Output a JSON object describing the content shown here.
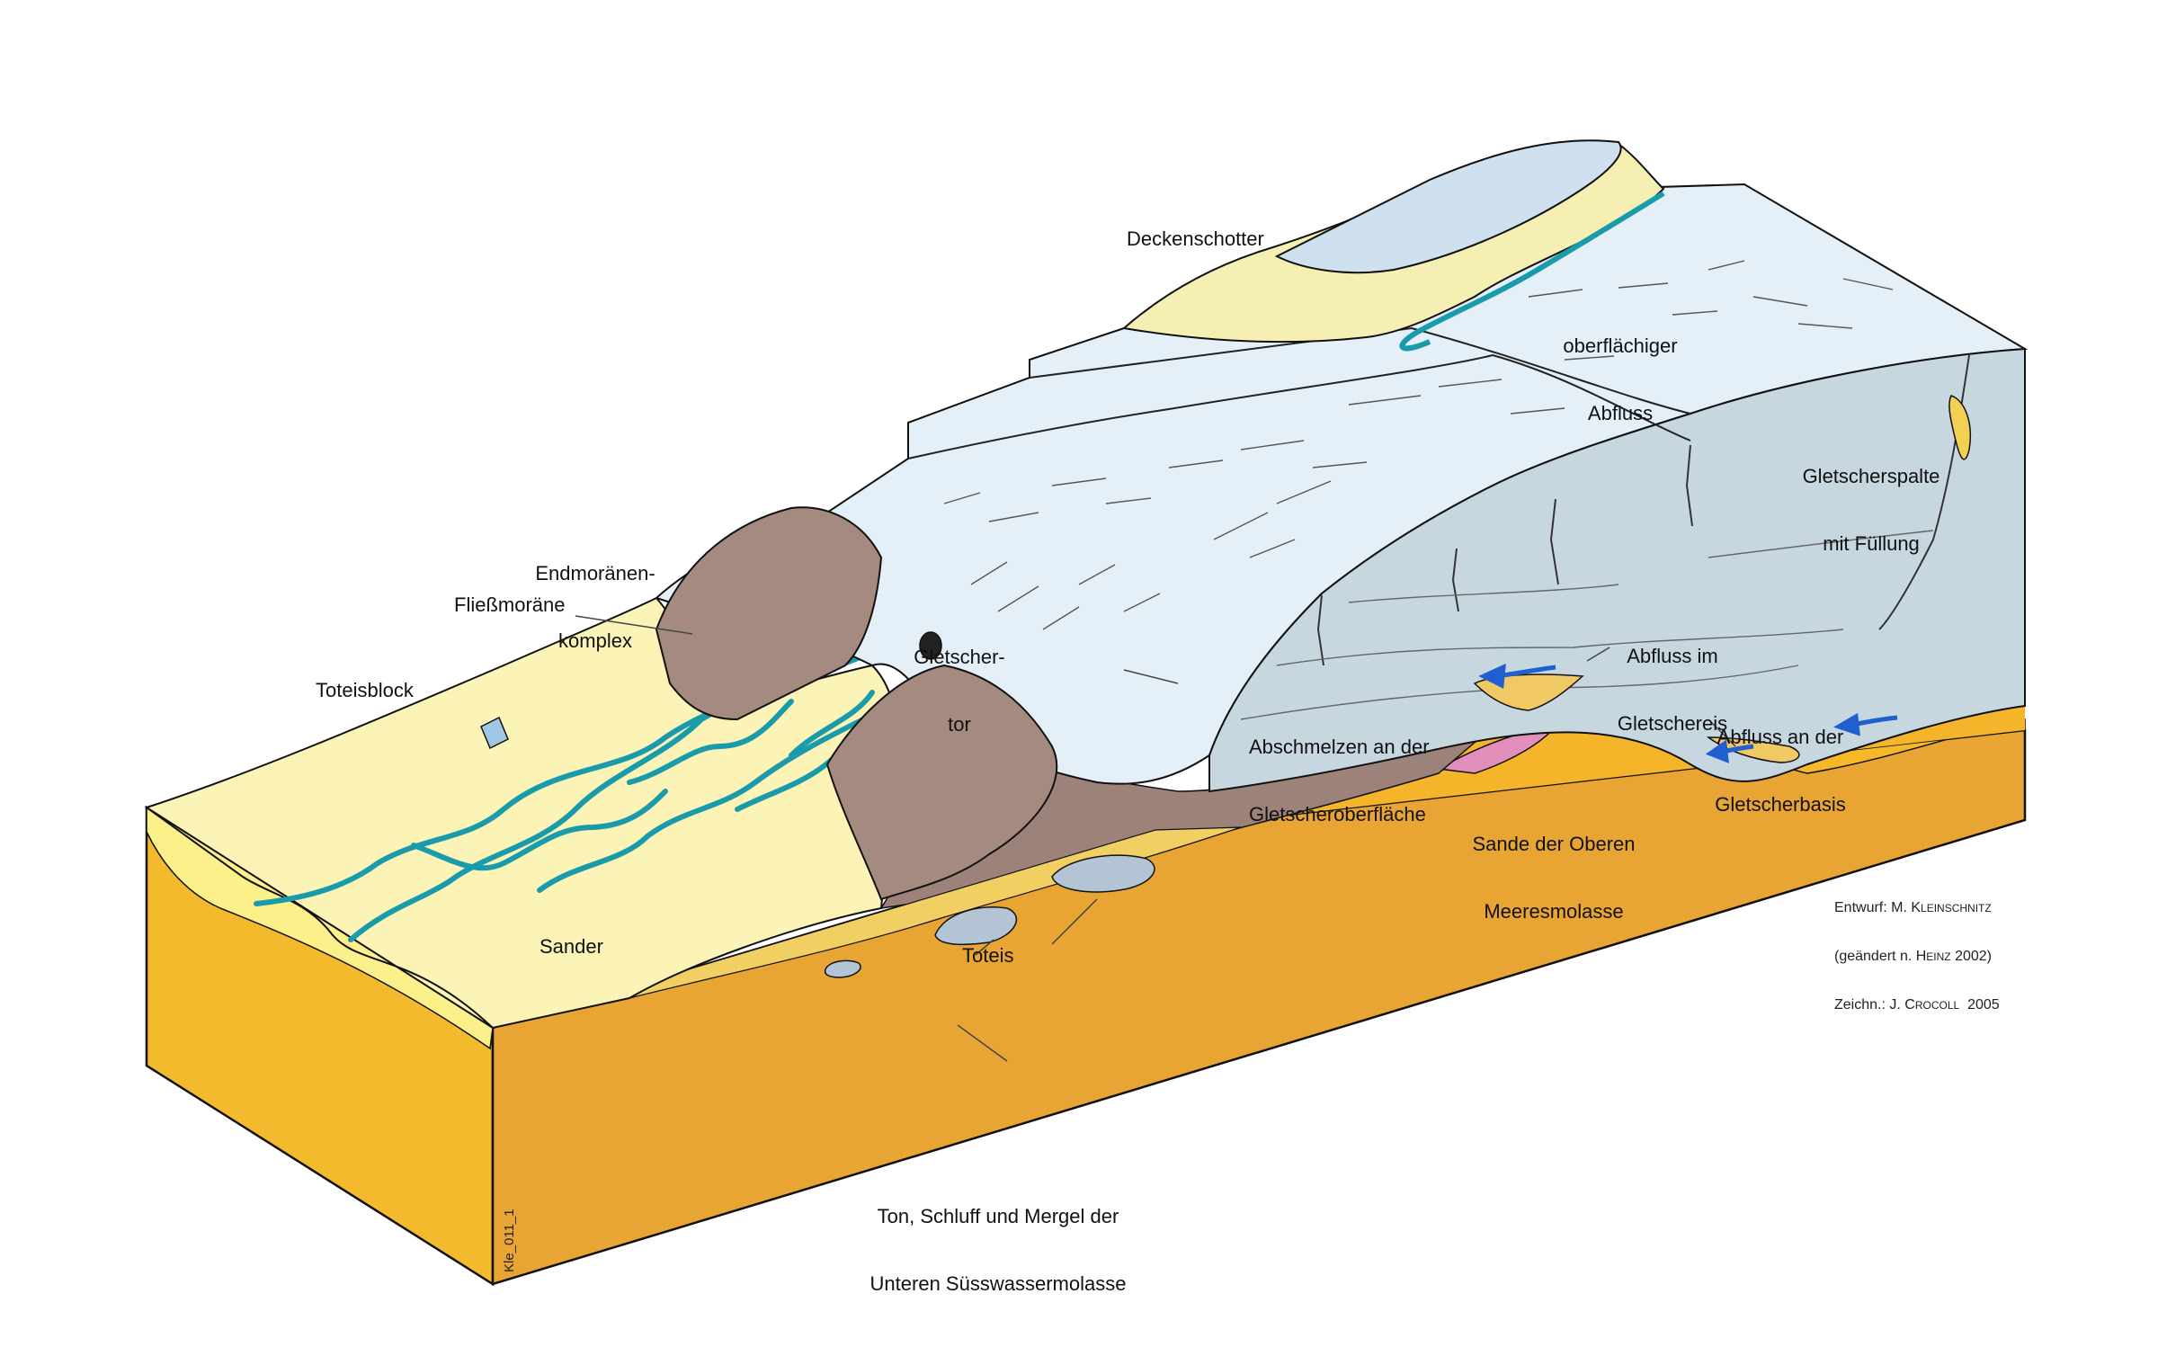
{
  "labels": {
    "deckenschotter": "Deckenschotter",
    "oberflaechiger_l1": "oberflächiger",
    "oberflaechiger_l2": "Abfluss",
    "gletscherspalte_l1": "Gletscherspalte",
    "gletscherspalte_l2": "mit Füllung",
    "endmoraenen_l1": "Endmoränen-",
    "endmoraenen_l2": "komplex",
    "fliessmoraene": "Fließmoräne",
    "gletschertor_l1": "Gletscher-",
    "gletschertor_l2": "tor",
    "toteisblock": "Toteisblock",
    "abfluss_gletschereis_l1": "Abfluss im",
    "abfluss_gletschereis_l2": "Gletschereis",
    "abfluss_basis_l1": "Abfluss an der",
    "abfluss_basis_l2": "Gletscherbasis",
    "abschmelzen_l1": "Abschmelzen an der",
    "abschmelzen_l2": "Gletscheroberfläche",
    "sande_l1": "Sande der Oberen",
    "sande_l2": "Meeresmolasse",
    "sander": "Sander",
    "toteis": "Toteis",
    "ton_l1": "Ton, Schluff und Mergel der",
    "ton_l2": "Unteren Süsswassermolasse"
  },
  "credits": {
    "entwurf_prefix": "Entwurf: M. ",
    "entwurf_name_initial": "K",
    "entwurf_name_rest": "leinschnitz",
    "geaendert_prefix": "(geändert n. ",
    "geaendert_name_initial": "H",
    "geaendert_name_rest": "einz",
    "geaendert_suffix": " 2002)",
    "zeichn_prefix": "Zeichn.: J. ",
    "zeichn_name_initial": "C",
    "zeichn_name_rest": "rocoll",
    "zeichn_suffix": "  2005"
  },
  "figure_code": "Kle_011_1",
  "colors": {
    "ice_top": "#e6f1f8",
    "ice_side": "#c6d6df",
    "sander": "#faf1a8",
    "molasse_front": "#efaa2c",
    "molasse_side": "#f3b62a",
    "sand_layer": "#f7c03b",
    "moraine": "#9e8479",
    "meltwater": "#1a9bab",
    "arrow_blue": "#1f5fd0",
    "pink_lens": "#e28fbd",
    "deckenschotter": "#f5efb4"
  }
}
